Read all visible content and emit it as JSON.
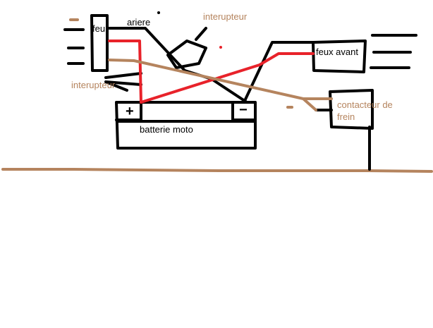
{
  "labels": {
    "feu": "feu",
    "ariere": "ariere",
    "interupteur_top": "interupteur",
    "interupteur_left": "interupteur",
    "feux_avant": "feux avant",
    "contacteur_line1": "contacteur de",
    "contacteur_line2": "frein",
    "batterie": "batterie moto",
    "plus": "+",
    "minus": "−"
  },
  "colors": {
    "black_wire": "#000000",
    "red_wire": "#e8222a",
    "brown_wire": "#b5845e",
    "background": "#ffffff"
  }
}
